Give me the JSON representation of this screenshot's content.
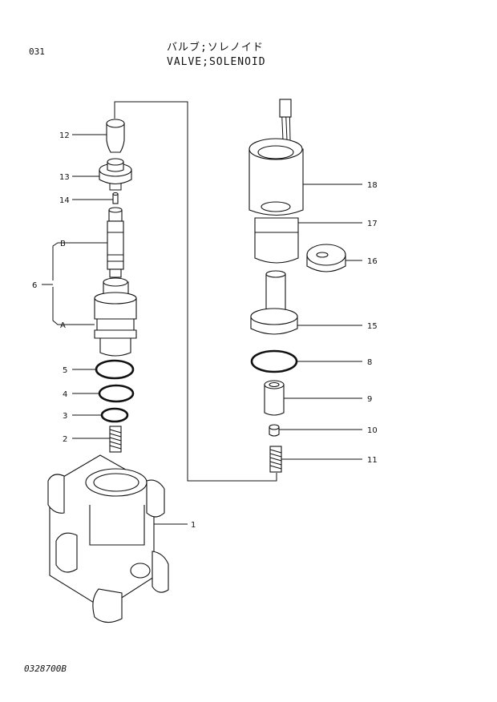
{
  "header": {
    "page_code": "031",
    "title_jp": "バルブ;ソレノイド",
    "title_en": "VALVE;SOLENOID"
  },
  "footer": {
    "drawing_number": "0328700B"
  },
  "callouts": [
    {
      "id": "c12",
      "label": "12"
    },
    {
      "id": "c13",
      "label": "13"
    },
    {
      "id": "c14",
      "label": "14"
    },
    {
      "id": "c6",
      "label": "6"
    },
    {
      "id": "cB",
      "label": "B"
    },
    {
      "id": "cA",
      "label": "A"
    },
    {
      "id": "c5",
      "label": "5"
    },
    {
      "id": "c4",
      "label": "4"
    },
    {
      "id": "c3",
      "label": "3"
    },
    {
      "id": "c2",
      "label": "2"
    },
    {
      "id": "c1",
      "label": "1"
    },
    {
      "id": "c18",
      "label": "18"
    },
    {
      "id": "c17",
      "label": "17"
    },
    {
      "id": "c16",
      "label": "16"
    },
    {
      "id": "c15",
      "label": "15"
    },
    {
      "id": "c8",
      "label": "8"
    },
    {
      "id": "c9",
      "label": "9"
    },
    {
      "id": "c10",
      "label": "10"
    },
    {
      "id": "c11",
      "label": "11"
    }
  ]
}
